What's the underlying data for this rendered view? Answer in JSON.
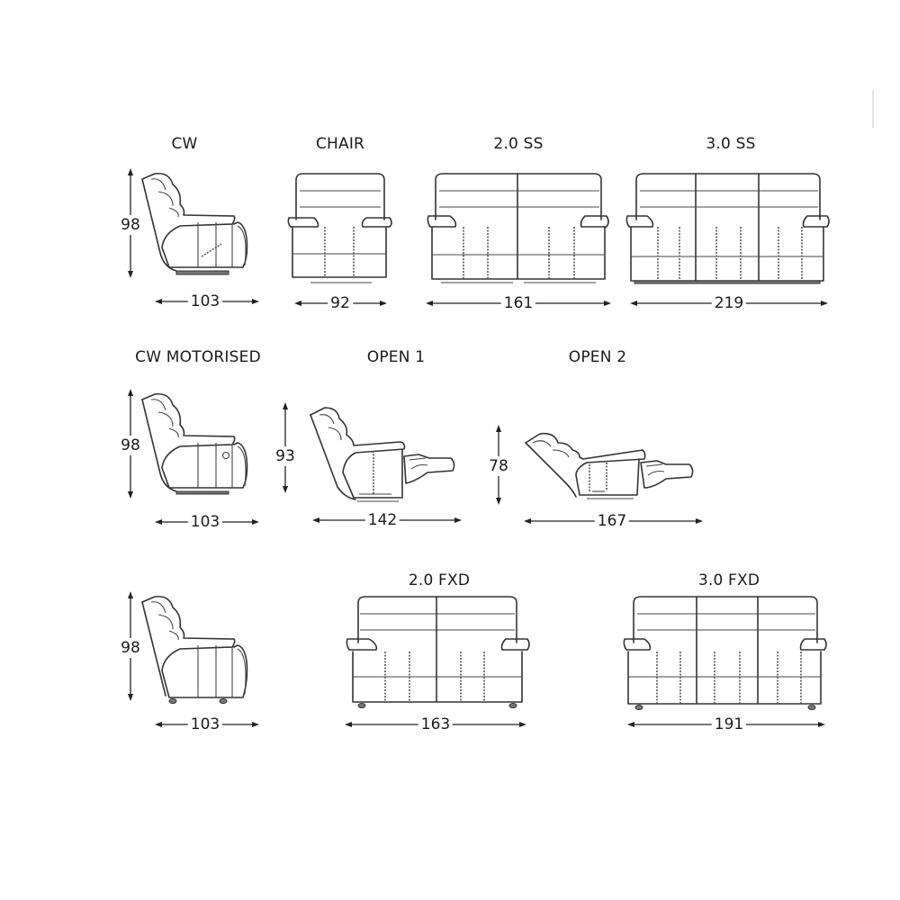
{
  "diagram": {
    "type": "furniture dimension sheet",
    "rows": [
      {
        "items": [
          {
            "id": "cw",
            "label": "CW",
            "view": "side",
            "width": "103",
            "height": "98"
          },
          {
            "id": "chair",
            "label": "CHAIR",
            "view": "front",
            "seats": 1,
            "width": "92"
          },
          {
            "id": "ss2",
            "label": "2.0 SS",
            "view": "front",
            "seats": 2,
            "width": "161"
          },
          {
            "id": "ss3",
            "label": "3.0 SS",
            "view": "front",
            "seats": 3,
            "width": "219"
          }
        ]
      },
      {
        "items": [
          {
            "id": "cwm",
            "label": "CW MOTORISED",
            "view": "side",
            "width": "103",
            "height": "98"
          },
          {
            "id": "open1",
            "label": "OPEN 1",
            "view": "side-reclined",
            "width": "142",
            "height": "93"
          },
          {
            "id": "open2",
            "label": "OPEN 2",
            "view": "side-fully-reclined",
            "width": "167",
            "height": "78"
          }
        ]
      },
      {
        "items": [
          {
            "id": "cwf",
            "label": "",
            "view": "side",
            "width": "103",
            "height": "98"
          },
          {
            "id": "fxd2",
            "label": "2.0 FXD",
            "view": "front",
            "seats": 2,
            "width": "163"
          },
          {
            "id": "fxd3",
            "label": "3.0 FXD",
            "view": "front",
            "seats": 3,
            "width": "191"
          }
        ]
      }
    ]
  },
  "colors": {
    "line": "#333333",
    "background": "#ffffff"
  }
}
